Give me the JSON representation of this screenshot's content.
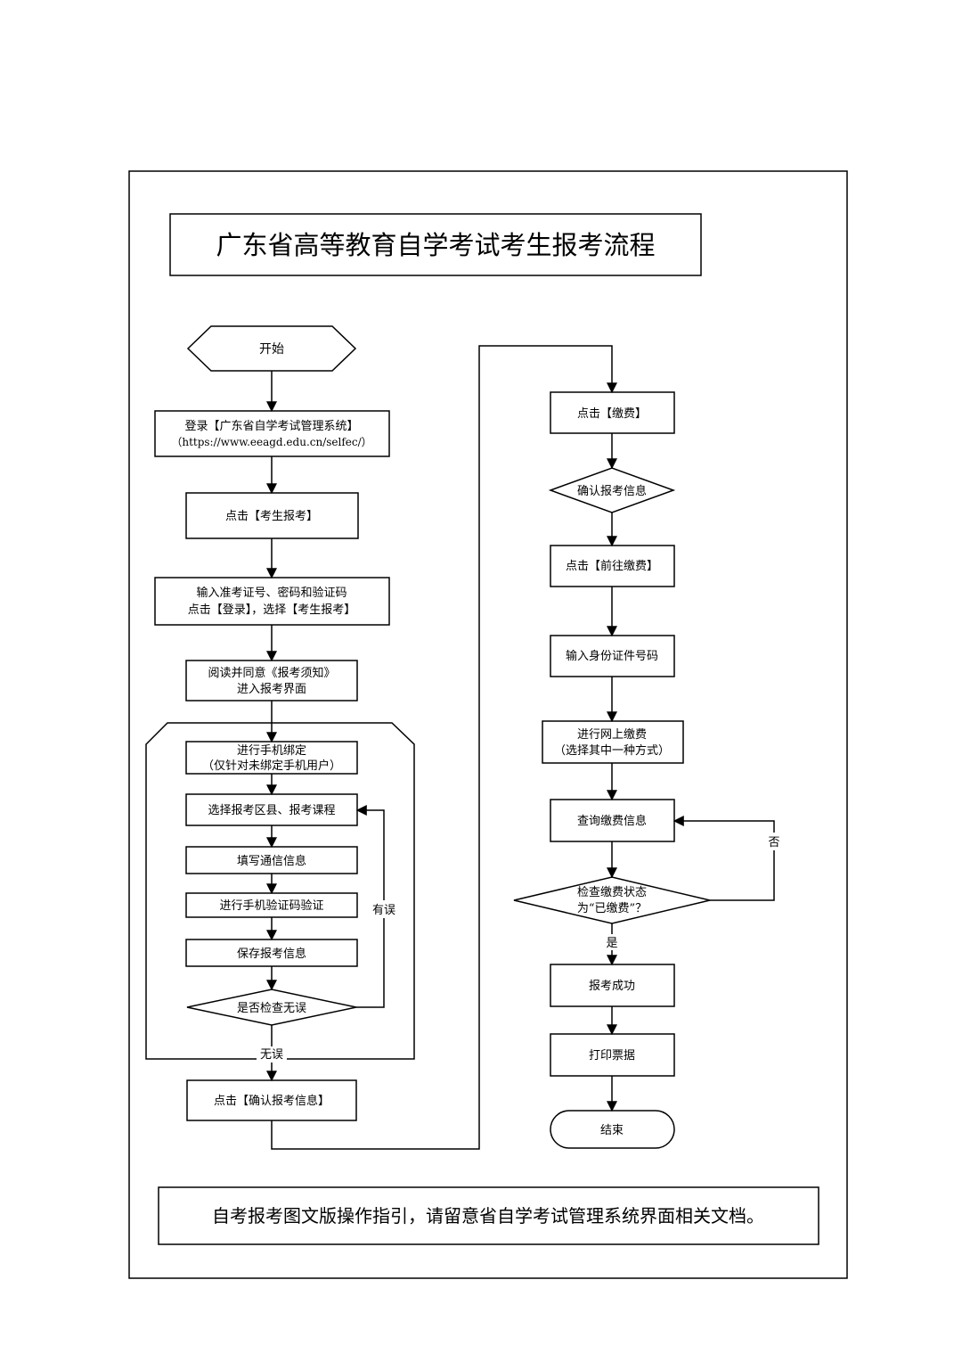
{
  "title": "广东省高等教育自学考试考生报考流程",
  "footer_note": "自考报考图文版操作指引，请留意省自学考试管理系统界面相关文档。",
  "left": {
    "start": "开始",
    "login_line1": "登录【广东省自学考试管理系统】",
    "login_line2": "（https://www.eeagd.edu.cn/selfec/）",
    "click_apply": "点击【考生报考】",
    "input_line1": "输入准考证号、密码和验证码",
    "input_line2": "点击【登录】，选择【考生报考】",
    "read_line1": "阅读并同意《报考须知》",
    "read_line2": "进入报考界面",
    "phone_bind_line1": "进行手机绑定",
    "phone_bind_line2": "（仅针对未绑定手机用户）",
    "select_course": "选择报考区县、报考课程",
    "fill_contact": "填写通信信息",
    "phone_verify": "进行手机验证码验证",
    "save_info": "保存报考信息",
    "check_decision": "是否检查无误",
    "label_error": "有误",
    "label_ok": "无误",
    "confirm_info": "点击【确认报考信息】"
  },
  "right": {
    "click_pay": "点击【缴费】",
    "confirm_decision": "确认报考信息",
    "go_pay": "点击【前往缴费】",
    "input_id": "输入身份证件号码",
    "online_pay_line1": "进行网上缴费",
    "online_pay_line2": "（选择其中一种方式）",
    "query_pay": "查询缴费信息",
    "check_status_line1": "检查缴费状态",
    "check_status_line2": "为“已缴费”？",
    "label_no": "否",
    "label_yes": "是",
    "success": "报考成功",
    "print_receipt": "打印票据",
    "end": "结束"
  }
}
